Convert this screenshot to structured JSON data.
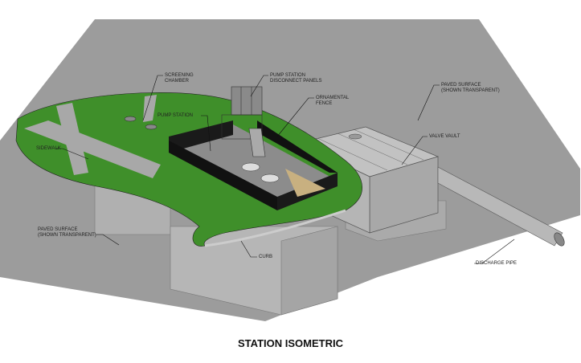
{
  "title": "STATION ISOMETRIC",
  "labels": {
    "screening_chamber": [
      "SCREENING",
      "CHAMBER"
    ],
    "pump_station_disconnect": [
      "PUMP STATION",
      "DISCONNECT PANELS"
    ],
    "ornamental_fence": [
      "ORNAMENTAL",
      "FENCE"
    ],
    "pump_station": "PUMP STATION",
    "sidewalk": "SIDEWALK",
    "paved_surface_right": [
      "PAVED SURFACE",
      "(SHOWN TRANSPARENT)"
    ],
    "valve_vault": "VALVE VAULT",
    "paved_surface_left": [
      "PAVED SURFACE",
      "(SHOWN TRANSPARENT)"
    ],
    "curb": "CURB",
    "discharge_pipe": "DISCHARGE PIPE"
  },
  "colors": {
    "paving": "#9a9a9a",
    "lawn": "#3f8f2a",
    "concrete": "#b4b4b4",
    "fence": "#1a1a1a"
  }
}
